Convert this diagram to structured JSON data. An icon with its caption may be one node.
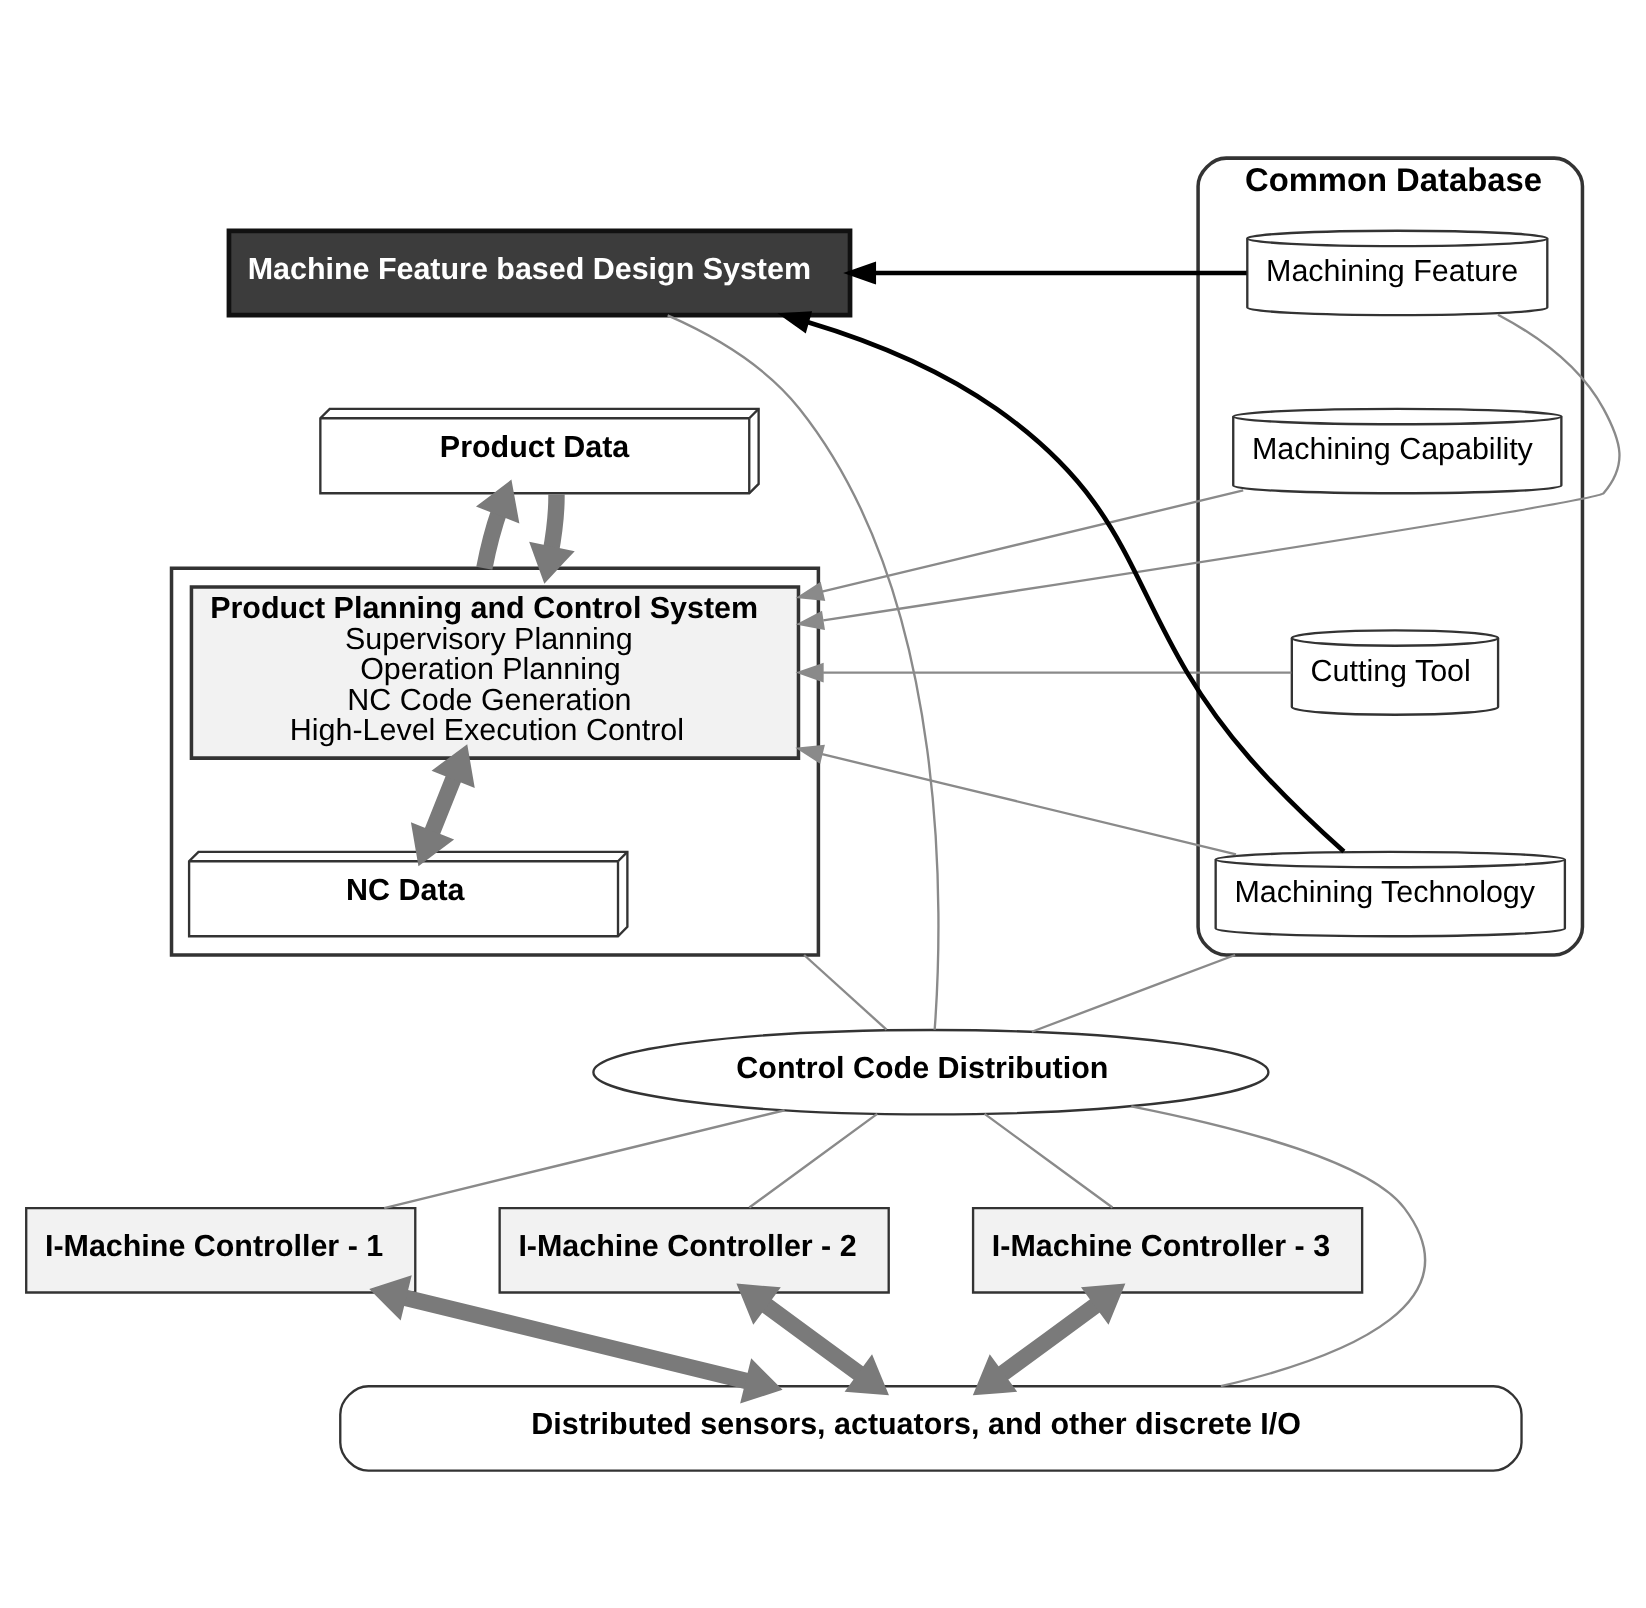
{
  "diagram": {
    "nodes": [
      {
        "text": [
          "Machine Feature based Design System"
        ]
      },
      {
        "text": [
          "Product Data"
        ]
      },
      {
        "text": [],
        "shape": "box"
      },
      {
        "text": [
          "Product Planning and Control System",
          "Supervisory Planning",
          "Operation Planning",
          "NC Code Generation",
          "High-Level Execution Control"
        ],
        "in": 2
      },
      {
        "text": [
          "NC Data"
        ],
        "in": 2
      },
      {
        "text": [
          "Common Database"
        ]
      },
      {
        "text": [
          "Machining Feature"
        ],
        "in": 5
      },
      {
        "text": [
          "Machining Capability"
        ],
        "in": 5
      },
      {
        "text": [
          "Cutting Tool"
        ],
        "in": 5
      },
      {
        "text": [
          "Machining Technology"
        ],
        "in": 5
      },
      {
        "text": [
          "Control Code Distribution"
        ]
      },
      {
        "text": [
          "I-Machine Controller - 1"
        ]
      },
      {
        "text": [
          "I-Machine Controller - 2"
        ]
      },
      {
        "text": [
          "I-Machine Controller - 3"
        ]
      },
      {
        "text": [
          "Distributed sensors, actuators, and other discrete I/O"
        ]
      }
    ],
    "edges": [
      {
        "from": 1,
        "to": 2,
        "arrow": "to",
        "style": "thick"
      },
      {
        "from": 2,
        "to": 1,
        "arrow": "to",
        "style": "thick"
      },
      {
        "from": 3,
        "to": 4,
        "arrow": "both",
        "style": "thick"
      },
      {
        "from": 6,
        "to": 0,
        "arrow": "to",
        "color": "#000000"
      },
      {
        "from": 9,
        "to": 0,
        "arrow": "to",
        "color": "#000000"
      },
      {
        "from": 6,
        "to": 3,
        "arrow": "to"
      },
      {
        "from": 7,
        "to": 3,
        "arrow": "to"
      },
      {
        "from": 8,
        "to": 3,
        "arrow": "to"
      },
      {
        "from": 9,
        "to": 3,
        "arrow": "to"
      },
      {
        "from": 0,
        "to": 10,
        "arrow": "none"
      },
      {
        "from": 2,
        "to": 10,
        "arrow": "none"
      },
      {
        "from": 5,
        "to": 10,
        "arrow": "none"
      },
      {
        "from": 10,
        "to": 11,
        "arrow": "none"
      },
      {
        "from": 10,
        "to": 12,
        "arrow": "none"
      },
      {
        "from": 10,
        "to": 13,
        "arrow": "none"
      },
      {
        "from": 10,
        "to": 14,
        "arrow": "none"
      },
      {
        "from": 11,
        "to": 14,
        "arrow": "both",
        "style": "thick"
      },
      {
        "from": 12,
        "to": 14,
        "arrow": "both",
        "style": "thick"
      },
      {
        "from": 13,
        "to": 14,
        "arrow": "both",
        "style": "thick"
      }
    ]
  }
}
